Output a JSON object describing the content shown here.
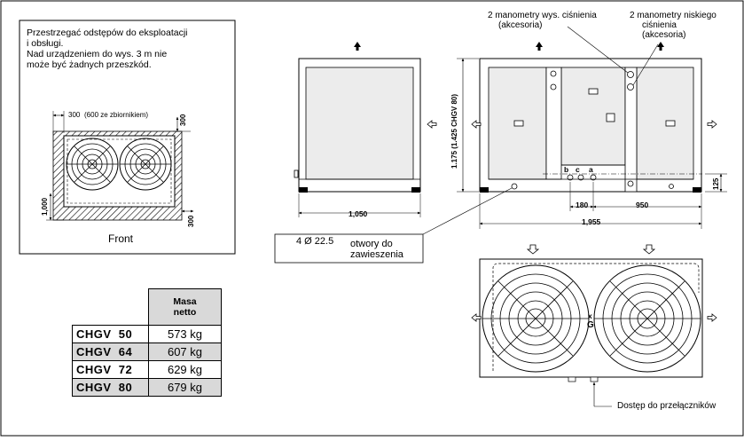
{
  "clearance_note": {
    "lines": [
      "Przestrzegać odstępów do eksploatacji",
      "i obsługi.",
      "Nad urządzeniem do wys. 3 m nie",
      "może być żadnych przeszkód."
    ]
  },
  "clearance_diagram": {
    "side_clearance": "300",
    "side_clearance_note": "(600 ze zbiornikiem)",
    "top_clearance": "300",
    "front_clearance": "1,000",
    "right_clearance": "300",
    "front_label": "Front"
  },
  "front_view": {
    "width_dim": "1,050",
    "height_dim": "1.175 (1.425 CHGV 80)"
  },
  "side_view": {
    "label_high_pressure": [
      "2  manometry wys. ciśnienia",
      "(akcesoria)"
    ],
    "label_low_pressure": [
      "2 manometry niskiego",
      "ciśnienia",
      "(akcesoria)"
    ],
    "connection_letters": [
      "b",
      "c",
      "a"
    ],
    "dim_180": "180",
    "dim_950": "950",
    "dim_125": "125",
    "dim_total": "1,955"
  },
  "mounting_holes": {
    "line1_prefix": "4  Ø 22.5",
    "line1_suffix": "otwory do",
    "line2": "zawieszenia"
  },
  "top_view": {
    "marker_x": "x",
    "marker_g": "G",
    "switch_access_label": "Dostęp do przełączników"
  },
  "mass_table": {
    "header": [
      "Masa",
      "netto"
    ],
    "rows": [
      {
        "model": "CHGV  50",
        "mass": "573 kg"
      },
      {
        "model": "CHGV  64",
        "mass": "607 kg"
      },
      {
        "model": "CHGV  72",
        "mass": "629 kg"
      },
      {
        "model": "CHGV  80",
        "mass": "679 kg"
      }
    ]
  }
}
